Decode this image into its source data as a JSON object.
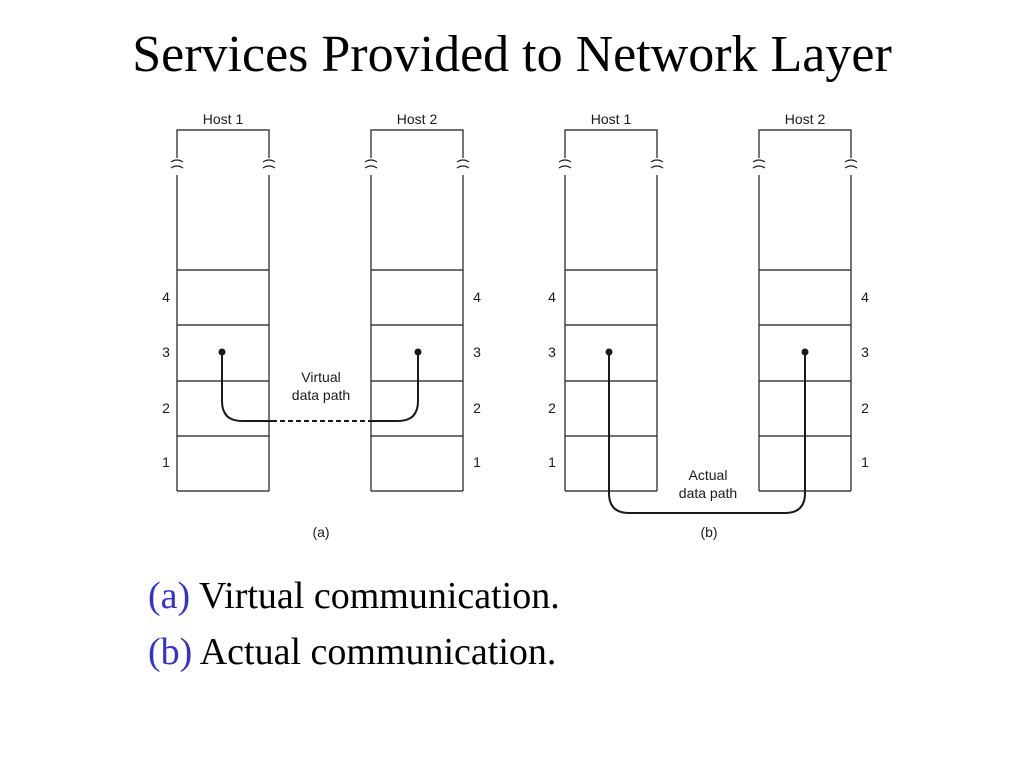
{
  "slide": {
    "title": "Services Provided to Network Layer"
  },
  "diagram": {
    "host_labels": [
      "Host 1",
      "Host 2"
    ],
    "layer_numbers": [
      "4",
      "3",
      "2",
      "1"
    ],
    "panel_a": {
      "sublabel": "(a)",
      "path_label_line1": "Virtual",
      "path_label_line2": "data path"
    },
    "panel_b": {
      "sublabel": "(b)",
      "path_label_line1": "Actual",
      "path_label_line2": "data path"
    },
    "colors": {
      "line": "#1a1a1a",
      "caption_tag": "#3333cc"
    }
  },
  "captions": [
    {
      "tag": "(a)",
      "text": " Virtual communication."
    },
    {
      "tag": "(b)",
      "text": " Actual communication."
    }
  ]
}
